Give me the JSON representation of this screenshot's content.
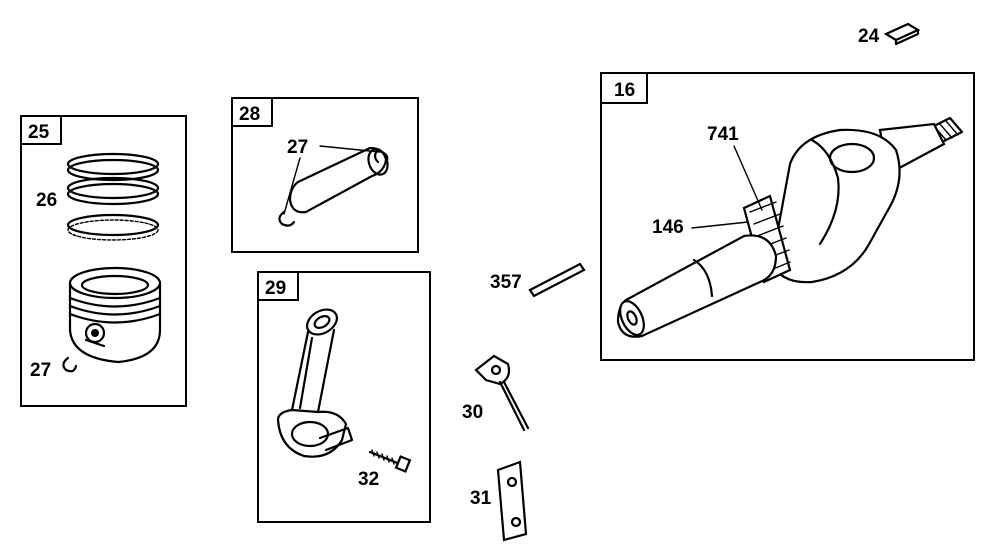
{
  "boxes": [
    {
      "id": "25"
    },
    {
      "id": "28"
    },
    {
      "id": "29"
    },
    {
      "id": "16"
    }
  ],
  "callouts": [
    {
      "num": "24"
    },
    {
      "num": "26"
    },
    {
      "num": "27"
    },
    {
      "num": "27"
    },
    {
      "num": "741"
    },
    {
      "num": "146"
    },
    {
      "num": "357"
    },
    {
      "num": "30"
    },
    {
      "num": "32"
    },
    {
      "num": "31"
    }
  ]
}
